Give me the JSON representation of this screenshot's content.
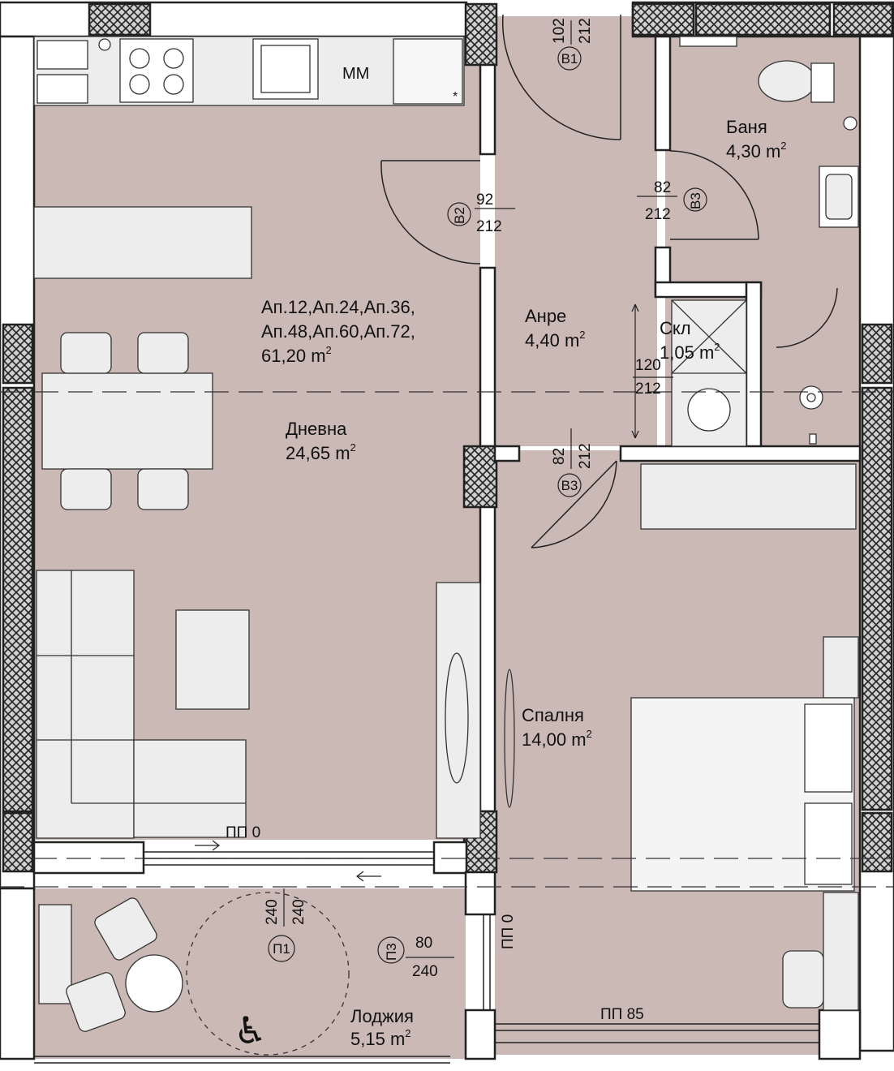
{
  "apartment": {
    "numbers_line1": "Ап.12,Ап.24,Ап.36,",
    "numbers_line2": "Ап.48,Ап.60,Ап.72,",
    "total_area": "61,20",
    "area_unit": "m",
    "area_unit_sup": "2"
  },
  "rooms": {
    "living": {
      "name": "Дневна",
      "area": "24,65"
    },
    "hall": {
      "name": "Анре",
      "area": "4,40"
    },
    "storage": {
      "name": "Скл",
      "area": "1,05"
    },
    "bathroom": {
      "name": "Баня",
      "area": "4,30"
    },
    "bedroom": {
      "name": "Спалня",
      "area": "14,00"
    },
    "loggia": {
      "name": "Лоджия",
      "area": "5,15"
    }
  },
  "doors": {
    "b1": {
      "tag": "В1",
      "width": "102",
      "height": "212"
    },
    "b2": {
      "tag": "В2",
      "width": "92",
      "height": "212"
    },
    "b3_bath": {
      "tag": "В3",
      "width": "82",
      "height": "212"
    },
    "b3_bed": {
      "tag": "В3",
      "width": "82",
      "height": "212"
    },
    "p1": {
      "tag": "П1",
      "width": "240",
      "height": "240"
    },
    "p3": {
      "tag": "П3",
      "width": "80",
      "height": "240"
    }
  },
  "windows": {
    "storage_opening": {
      "width": "120",
      "height": "212"
    },
    "living_sill": "ПП 0",
    "loggia_sill": "ПП 0",
    "bedroom_sill": "ПП 85"
  },
  "kitchen": {
    "appliance_label": "ММ",
    "marker": "*"
  },
  "colors": {
    "floor": "#cbb9b6",
    "wall_fill": "#ffffff",
    "line": "#222222",
    "furniture": "#ededed"
  }
}
